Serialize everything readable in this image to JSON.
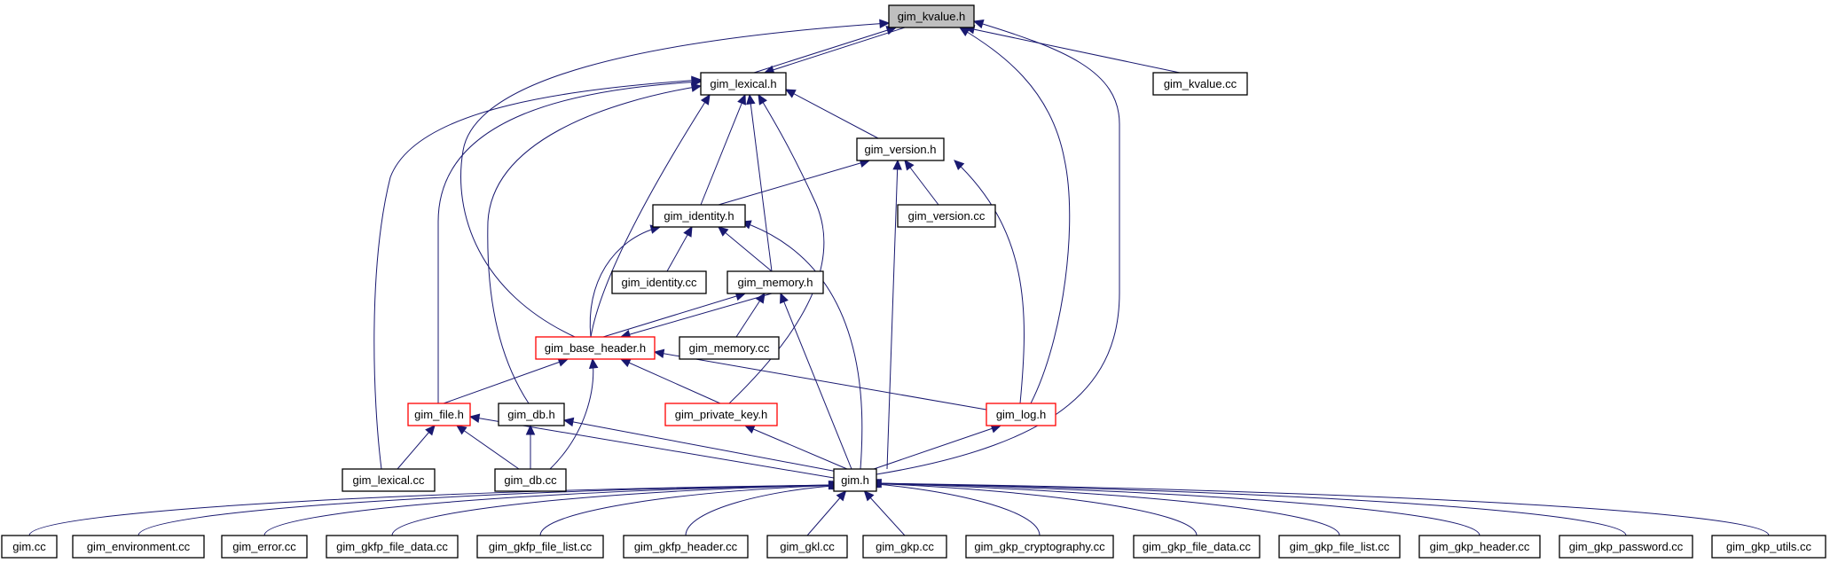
{
  "colors": {
    "edge": "#191970",
    "node_border": "#000000",
    "highlight_border": "#ff0000",
    "root_fill": "#bfbfbf",
    "node_fill": "#ffffff"
  },
  "nodes": {
    "gim_kvalue_h": "gim_kvalue.h",
    "gim_lexical_h": "gim_lexical.h",
    "gim_kvalue_cc": "gim_kvalue.cc",
    "gim_version_h": "gim_version.h",
    "gim_identity_h": "gim_identity.h",
    "gim_version_cc": "gim_version.cc",
    "gim_identity_cc": "gim_identity.cc",
    "gim_memory_h": "gim_memory.h",
    "gim_base_header_h": "gim_base_header.h",
    "gim_memory_cc": "gim_memory.cc",
    "gim_file_h": "gim_file.h",
    "gim_db_h": "gim_db.h",
    "gim_private_key_h": "gim_private_key.h",
    "gim_log_h": "gim_log.h",
    "gim_lexical_cc": "gim_lexical.cc",
    "gim_db_cc": "gim_db.cc",
    "gim_h": "gim.h",
    "gim_cc": "gim.cc",
    "gim_environment_cc": "gim_environment.cc",
    "gim_error_cc": "gim_error.cc",
    "gim_gkfp_file_data_cc": "gim_gkfp_file_data.cc",
    "gim_gkfp_file_list_cc": "gim_gkfp_file_list.cc",
    "gim_gkfp_header_cc": "gim_gkfp_header.cc",
    "gim_gkl_cc": "gim_gkl.cc",
    "gim_gkp_cc": "gim_gkp.cc",
    "gim_gkp_cryptography_cc": "gim_gkp_cryptography.cc",
    "gim_gkp_file_data_cc": "gim_gkp_file_data.cc",
    "gim_gkp_file_list_cc": "gim_gkp_file_list.cc",
    "gim_gkp_header_cc": "gim_gkp_header.cc",
    "gim_gkp_password_cc": "gim_gkp_password.cc",
    "gim_gkp_utils_cc": "gim_gkp_utils.cc"
  }
}
